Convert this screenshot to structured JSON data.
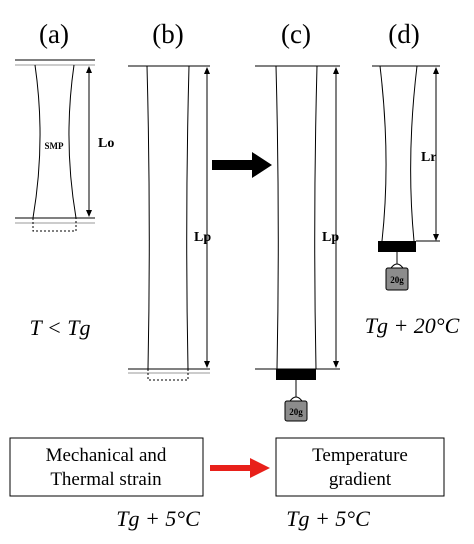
{
  "panels": {
    "a": "(a)",
    "b": "(b)",
    "c": "(c)",
    "d": "(d)"
  },
  "labels": {
    "smp": "SMP",
    "lo": "Lo",
    "lp_b": "Lp",
    "lp_c": "Lp",
    "lr": "Lr",
    "weight_c": "20g",
    "weight_d": "20g"
  },
  "conditions": {
    "a": "T < Tg",
    "d": "Tg + 20°C",
    "b_bottom": "Tg + 5°C",
    "c_bottom": "Tg + 5°C"
  },
  "boxes": {
    "left_line1": "Mechanical and",
    "left_line2": "Thermal strain",
    "right_line1": "Temperature",
    "right_line2": "gradient"
  },
  "colors": {
    "arrow_black": "#000000",
    "arrow_red": "#e8201a",
    "weight_fill": "#8c8c8c",
    "clamp_fill": "#000000"
  }
}
